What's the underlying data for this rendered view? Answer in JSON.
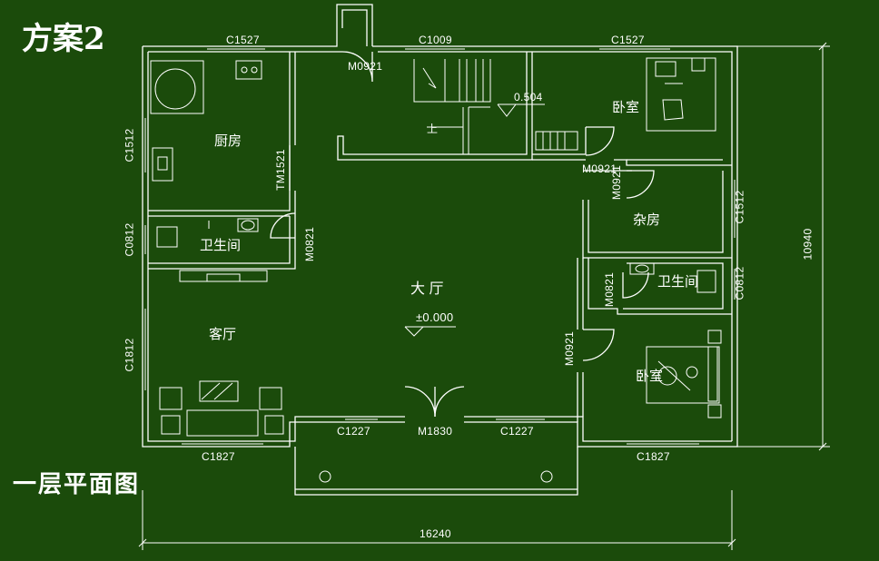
{
  "header": {
    "scheme_title": "方案2",
    "floor_title": "一层平面图"
  },
  "rooms": {
    "kitchen": "厨房",
    "bath_left": "卫生间",
    "living": "客厅",
    "hall": "大  厅",
    "hall_level": "±0.000",
    "bedroom_top": "卧室",
    "storage": "杂房",
    "bath_right": "卫生间",
    "bedroom_bottom": "卧室",
    "stair_up": "上",
    "stair_level": "0.504"
  },
  "windows": {
    "kitchen_top": "C1527",
    "stair_top": "C1009",
    "bedroom_top_top": "C1527",
    "kitchen_left": "C1512",
    "bath_left_side": "C0812",
    "living_left": "C1812",
    "living_bottom": "C1827",
    "hall_bottom_left": "C1227",
    "hall_bottom_right": "C1227",
    "bedroom_bottom_bottom": "C1827",
    "storage_right": "C1512",
    "bath_right_side": "C0812"
  },
  "doors": {
    "stair_door": "M0921",
    "kitchen_door": "TM1521",
    "bath_left_door": "M0821",
    "entrance": "M1830",
    "bedroom_top_door": "M0921",
    "storage_door": "M0921",
    "bath_right_door": "M0821",
    "bedroom_bottom_door": "M0921"
  },
  "dimensions": {
    "total_width": "16240",
    "total_depth": "10940"
  },
  "colors": {
    "background": "#1b4b0b",
    "line": "#ffffff"
  }
}
